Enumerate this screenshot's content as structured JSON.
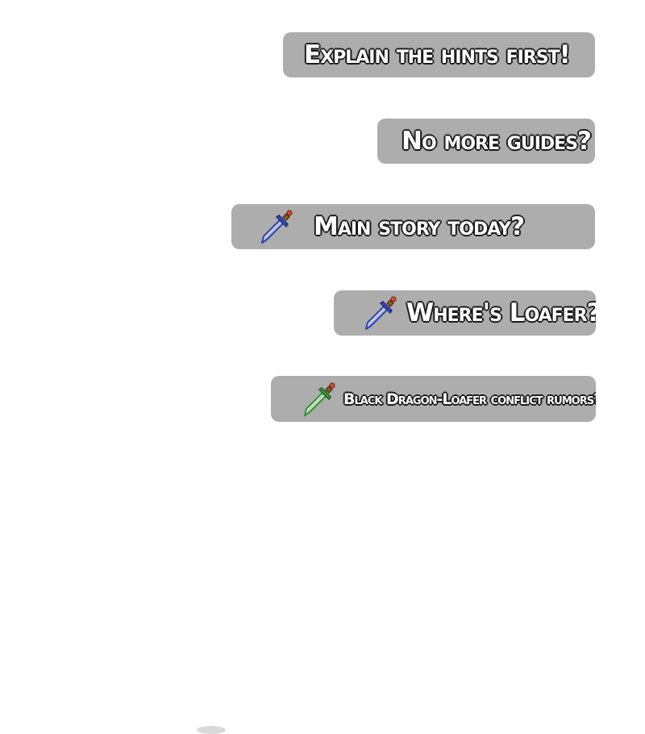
{
  "messages": [
    {
      "text": "Explain the hints first!",
      "icon": null
    },
    {
      "text": "No more guides?",
      "icon": null
    },
    {
      "text": "Main story today?",
      "icon": "blue-sword-icon"
    },
    {
      "text": "Where's Loafer?!",
      "icon": "blue-sword-icon"
    },
    {
      "text": "Black Dragon-Loafer conflict rumors?!",
      "icon": "green-sword-icon"
    }
  ],
  "colors": {
    "bubble": "#adadad",
    "text": "#ffffff",
    "outline": "#1a1a1a",
    "blue_sword": "#2b3fa8",
    "green_sword": "#2f8f2f"
  }
}
